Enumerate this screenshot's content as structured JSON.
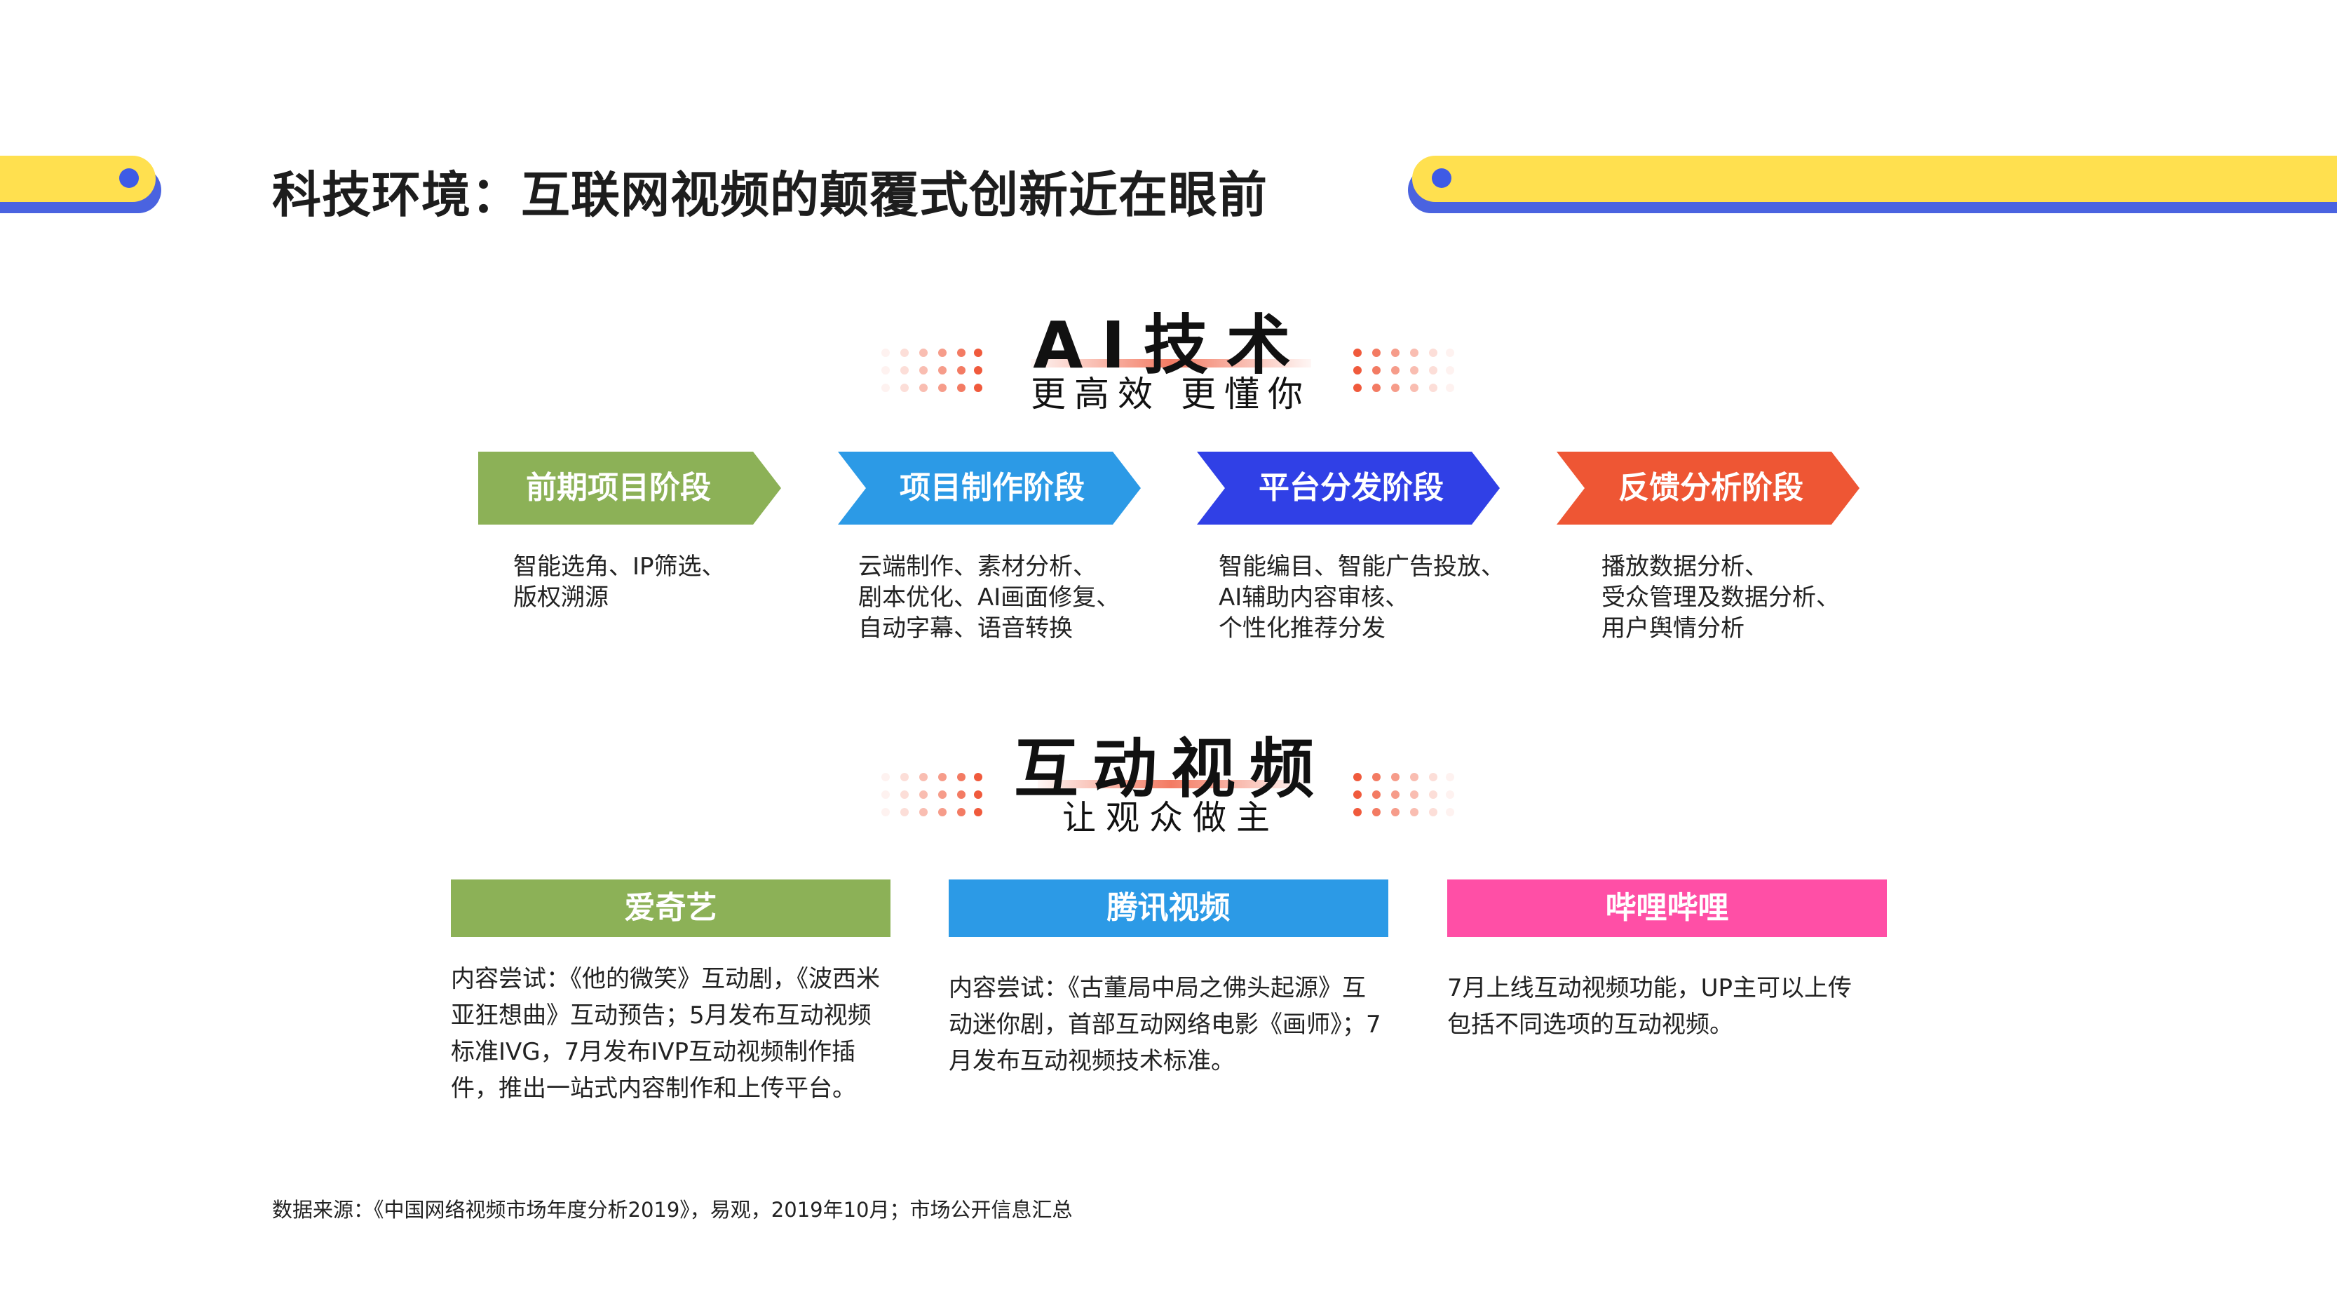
{
  "page_title": "科技环境：互联网视频的颠覆式创新近在眼前",
  "colors": {
    "accent_yellow": "#ffe04f",
    "accent_blue": "#4a63e0",
    "stage1": "#8cb157",
    "stage2": "#2c9ae6",
    "stage3": "#3040e6",
    "stage4": "#ee5634",
    "iqiyi": "#8cb157",
    "tencent": "#2c9ae6",
    "bilibili": "#ff4fa6"
  },
  "ai_section": {
    "title": "AI技术",
    "subtitle": "更高效 更懂你"
  },
  "stages": [
    {
      "label": "前期项目阶段",
      "lines": [
        "智能选角、IP筛选、",
        "版权溯源"
      ]
    },
    {
      "label": "项目制作阶段",
      "lines": [
        "云端制作、素材分析、",
        "剧本优化、AI画面修复、",
        "自动字幕、语音转换"
      ]
    },
    {
      "label": "平台分发阶段",
      "lines": [
        "智能编目、智能广告投放、",
        "AI辅助内容审核、",
        "个性化推荐分发"
      ]
    },
    {
      "label": "反馈分析阶段",
      "lines": [
        "播放数据分析、",
        "受众管理及数据分析、",
        "用户舆情分析"
      ]
    }
  ],
  "interactive_section": {
    "title": "互动视频",
    "subtitle": "让观众做主"
  },
  "platforms": [
    {
      "name": "爱奇艺",
      "lines": [
        "内容尝试：《他的微笑》互动剧，《波西米",
        "亚狂想曲》互动预告；5月发布互动视频",
        "标准IVG，7月发布IVP互动视频制作插",
        "件，推出一站式内容制作和上传平台。"
      ]
    },
    {
      "name": "腾讯视频",
      "lines": [
        "内容尝试：《古董局中局之佛头起源》互",
        "动迷你剧，首部互动网络电影《画师》；7",
        "月发布互动视频技术标准。"
      ]
    },
    {
      "name": "哔哩哔哩",
      "lines": [
        "7月上线互动视频功能，UP主可以上传",
        "包括不同选项的互动视频。"
      ]
    }
  ],
  "source": "数据来源：《中国网络视频市场年度分析2019》，易观，2019年10月；市场公开信息汇总"
}
